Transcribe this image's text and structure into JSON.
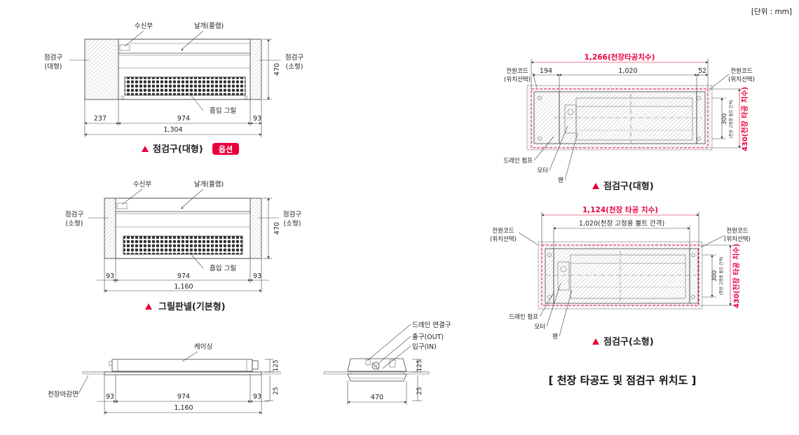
{
  "unit_label": "[단위 : mm]",
  "diagram_title": "[ 천장 타공도 및 점검구 위치도 ]",
  "panel_large": {
    "label_receiver": "수신부",
    "label_flap": "날개(플랩)",
    "label_inspect_left": "점검구\n(대형)",
    "label_inspect_right": "점검구\n(소형)",
    "label_grille": "흡입 그릴",
    "dim_height": "470",
    "dim_left": "237",
    "dim_mid": "974",
    "dim_right": "93",
    "dim_total": "1,304",
    "caption": "점검구(대형)",
    "badge": "옵션"
  },
  "panel_basic": {
    "label_receiver": "수신부",
    "label_flap": "날개(플랩)",
    "label_inspect_left": "점검구\n(소형)",
    "label_inspect_right": "점검구\n(소형)",
    "label_grille": "흡입 그릴",
    "dim_height": "470",
    "dim_left": "93",
    "dim_mid": "974",
    "dim_right": "93",
    "dim_total": "1,160",
    "caption": "그릴판넬(기본형)"
  },
  "side_view": {
    "label_casing": "케이싱",
    "label_ceiling": "천장마감면",
    "dim_h1": "125",
    "dim_h2": "25",
    "dim_left": "93",
    "dim_mid": "974",
    "dim_right": "93",
    "dim_total": "1,160"
  },
  "end_view": {
    "label_drain": "드레인 연결구",
    "label_out": "출구(OUT)",
    "label_in": "입구(IN)",
    "dim_h1": "125",
    "dim_h2": "25",
    "dim_width": "470"
  },
  "plan_large": {
    "dim_top_red": "1,266(천장타공치수)",
    "dim_a": "194",
    "dim_b": "1,020",
    "dim_c": "52",
    "dim_v1": "300",
    "dim_v1_note": "(천장 고정용 볼트 간격)",
    "dim_v2_red": "430(천장 타공 치수)",
    "label_cord_left": "전원코드\n(위치선택)",
    "label_cord_right": "전원코드\n(위치선택)",
    "label_pump": "드레인 펌프",
    "label_motor": "모터",
    "label_fan": "팬",
    "caption": "점검구(대형)"
  },
  "plan_small": {
    "dim_top_red": "1,124(천장 타공 치수)",
    "dim_b": "1,020(천장 고정용 볼트 간격)",
    "dim_v1": "300",
    "dim_v1_note": "(천장 고정용 볼트 간격)",
    "dim_v2_red": "430(천장 타공 치수)",
    "label_cord_left": "전원코드\n(위치선택)",
    "label_cord_right": "전원코드\n(위치선택)",
    "label_pump": "드레인 펌프",
    "label_motor": "모터",
    "label_fan": "팬",
    "caption": "점검구(소형)"
  },
  "colors": {
    "accent": "#e8003d",
    "line": "#444444"
  }
}
